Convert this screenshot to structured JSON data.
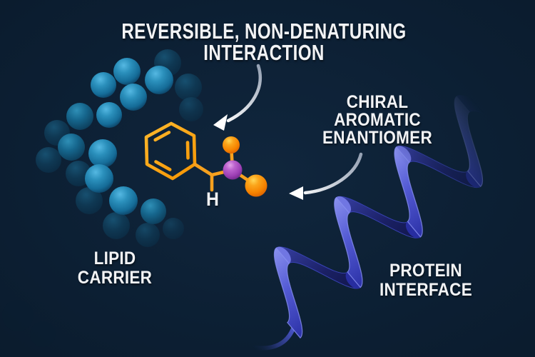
{
  "figure": {
    "title": {
      "line1": "REVERSIBLE, NON-DENATURING",
      "line2": "INTERACTION"
    },
    "annotations": {
      "chiral": {
        "line1": "CHIRAL",
        "line2": "AROMATIC",
        "line3": "ENANTIOMER"
      },
      "lipid": {
        "line1": "LIPID",
        "line2": "CARRIER"
      },
      "protein": {
        "line1": "PROTEIN",
        "line2": "INTERFACE"
      }
    },
    "molecule": {
      "hydrogen_label": "H"
    },
    "icons": {
      "title_arrow": "curved-arrow-icon",
      "enantiomer_arrow": "curved-arrow-icon"
    },
    "colors": {
      "background": "#10263D",
      "text": "#F2F3F5",
      "bond_orange": "#F7A11E",
      "atom_orange": "#F89400",
      "atom_purple": "#AE54C4",
      "lipid_blue": "#1E7FB0",
      "lipid_blue_dark": "#123F5E",
      "helix_blue": "#3A41B8",
      "helix_highlight": "#7A82E8",
      "arrow_white": "#FFFFFF"
    }
  }
}
